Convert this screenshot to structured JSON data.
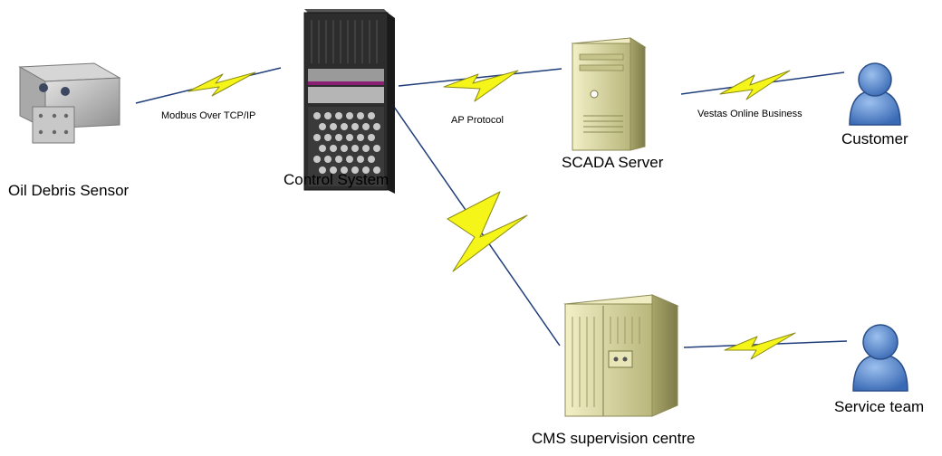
{
  "diagram": {
    "nodes": [
      {
        "id": "oil_sensor",
        "label": "Oil Debris Sensor",
        "icon": "sensor-device-icon"
      },
      {
        "id": "control",
        "label": "Control System",
        "icon": "controller-cabinet-icon"
      },
      {
        "id": "scada",
        "label": "SCADA Server",
        "icon": "server-tower-icon"
      },
      {
        "id": "customer",
        "label": "Customer",
        "icon": "person-icon"
      },
      {
        "id": "cms",
        "label": "CMS supervision centre",
        "icon": "server-cabinet-icon"
      },
      {
        "id": "service",
        "label": "Service team",
        "icon": "person-icon"
      }
    ],
    "links": [
      {
        "from": "oil_sensor",
        "to": "control",
        "label": "Modbus Over TCP/IP"
      },
      {
        "from": "control",
        "to": "scada",
        "label": "AP Protocol"
      },
      {
        "from": "scada",
        "to": "customer",
        "label": "Vestas Online Business"
      },
      {
        "from": "control",
        "to": "cms",
        "label": ""
      },
      {
        "from": "cms",
        "to": "service",
        "label": ""
      }
    ],
    "colors": {
      "link_line": "#1f3d7a",
      "lightning_fill": "#f5f51a",
      "lightning_stroke": "#8a8a12",
      "person": "#4a7cc9",
      "server": "#d9d6a0"
    }
  }
}
